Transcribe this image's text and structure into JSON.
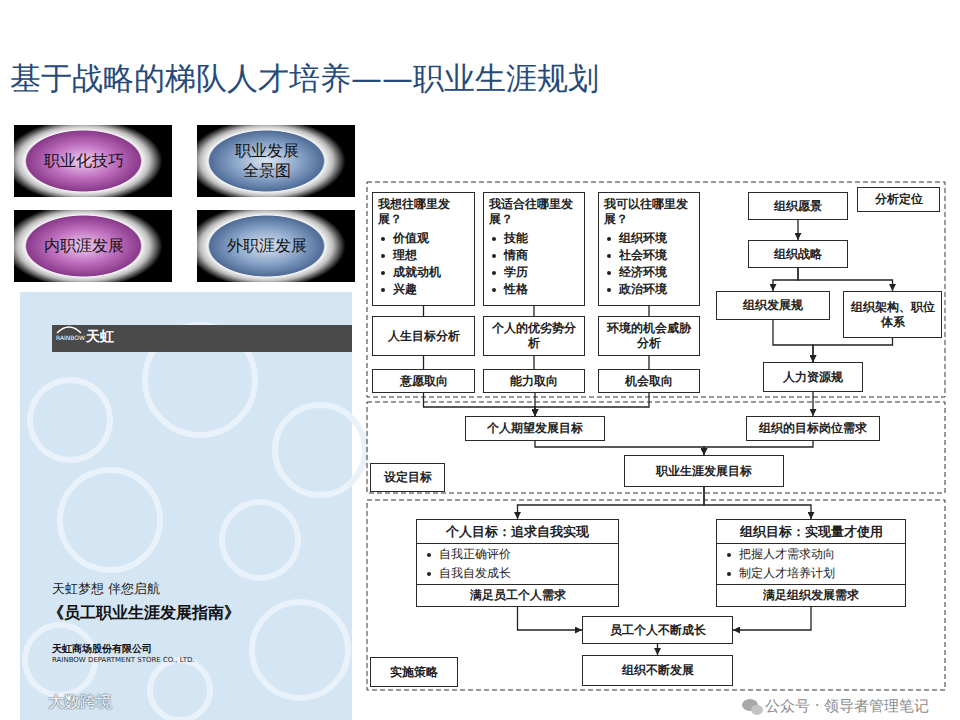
{
  "diagram": {
    "title": "基于战略的梯队人才培养——职业生涯规划",
    "nodes": [
      {
        "text": [
          "职业化技巧"
        ]
      },
      {
        "text": [
          "职业发展 全景图"
        ]
      },
      {
        "text": [
          "内职涯发展"
        ]
      },
      {
        "text": [
          "外职涯发展"
        ]
      },
      {
        "text": [
          "RAINBOW",
          "天虹",
          "天虹梦想 伴您启航",
          "《员工职业生涯发展指南》",
          "天虹商场股份有限公司",
          "RAINBOW DEPARTMENT STORE CO., LTD."
        ]
      },
      {
        "text": [
          "我想往哪里发展？",
          "价值观",
          "理想",
          "成就动机",
          "兴趣"
        ]
      },
      {
        "text": [
          "我适合往哪里发展？",
          "技能",
          "情商",
          "学历",
          "性格"
        ]
      },
      {
        "text": [
          "我可以往哪里发展？",
          "组织环境",
          "社会环境",
          "经济环境",
          "政治环境"
        ]
      },
      {
        "text": [
          "组织愿景"
        ]
      },
      {
        "text": [
          "分析定位"
        ]
      },
      {
        "text": [
          "人生目标分析"
        ]
      },
      {
        "text": [
          "个人的优劣势分析"
        ]
      },
      {
        "text": [
          "环境的机会威胁分析"
        ]
      },
      {
        "text": [
          "组织战略"
        ]
      },
      {
        "text": [
          "组织发展规"
        ]
      },
      {
        "text": [
          "组织架构、职位体系"
        ]
      },
      {
        "text": [
          "意愿取向"
        ]
      },
      {
        "text": [
          "能力取向"
        ]
      },
      {
        "text": [
          "机会取向"
        ]
      },
      {
        "text": [
          "人力资源规"
        ]
      },
      {
        "text": [
          "个人期望发展目标"
        ]
      },
      {
        "text": [
          "组织的目标岗位需求"
        ]
      },
      {
        "text": [
          "设定目标"
        ]
      },
      {
        "text": [
          "职业生涯发展目标"
        ]
      },
      {
        "text": [
          "个人目标：追求自我实现",
          "自我正确评价",
          "自我自发成长",
          "满足员工个人需求"
        ]
      },
      {
        "text": [
          "组织目标：实现量才使用",
          "把握人才需求动向",
          "制定人才培养计划",
          "满足组织发展需求"
        ]
      },
      {
        "text": [
          "员工个人不断成长"
        ]
      },
      {
        "text": [
          "实施策略"
        ]
      },
      {
        "text": [
          "组织不断发展"
        ]
      }
    ],
    "edges": [
      {
        "from": 5,
        "to": 10,
        "arrow": "none"
      },
      {
        "from": 6,
        "to": 11,
        "arrow": "none"
      },
      {
        "from": 7,
        "to": 12,
        "arrow": "none"
      },
      {
        "from": 10,
        "to": 16,
        "arrow": "none"
      },
      {
        "from": 11,
        "to": 17,
        "arrow": "none"
      },
      {
        "from": 12,
        "to": 18,
        "arrow": "none"
      },
      {
        "from": 8,
        "to": 13,
        "arrow": "to"
      },
      {
        "from": 13,
        "to": 14,
        "arrow": "to"
      },
      {
        "from": 13,
        "to": 15,
        "arrow": "to"
      },
      {
        "from": 14,
        "to": 19,
        "arrow": "to"
      },
      {
        "from": 15,
        "to": 19,
        "arrow": "to"
      },
      {
        "from": 16,
        "to": 20,
        "arrow": "to"
      },
      {
        "from": 17,
        "to": 20,
        "arrow": "to"
      },
      {
        "from": 18,
        "to": 20,
        "arrow": "to"
      },
      {
        "from": 19,
        "to": 21,
        "arrow": "to"
      },
      {
        "from": 20,
        "to": 23,
        "arrow": "to"
      },
      {
        "from": 21,
        "to": 23,
        "arrow": "to"
      },
      {
        "from": 23,
        "to": 24,
        "arrow": "to"
      },
      {
        "from": 23,
        "to": 25,
        "arrow": "to"
      },
      {
        "from": 24,
        "to": 26,
        "arrow": "to"
      },
      {
        "from": 25,
        "to": 26,
        "arrow": "to"
      },
      {
        "from": 26,
        "to": 28,
        "arrow": "to"
      }
    ],
    "labels": [
      "大数跨境",
      "公众号 · 领导者管理笔记"
    ]
  }
}
